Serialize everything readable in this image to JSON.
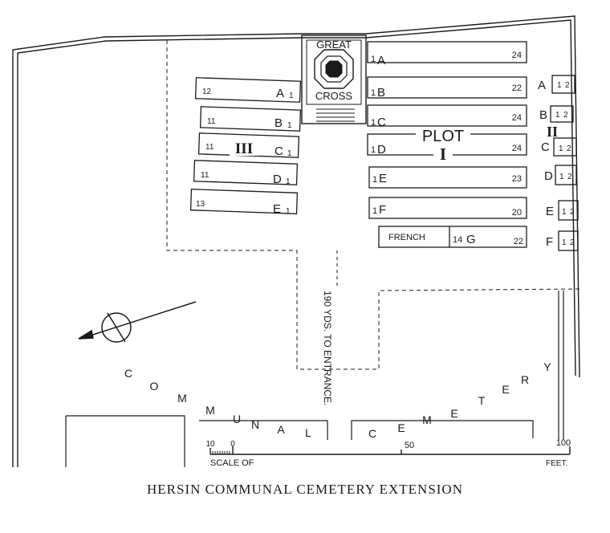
{
  "map": {
    "title": "HERSIN COMMUNAL CEMETERY EXTENSION",
    "great_cross": {
      "line1": "GREAT",
      "line2": "CROSS"
    },
    "entrance_note": "190 YDS. TO ENTRANCE.",
    "communal_label": "COMMUNAL",
    "cemetery_label": "CEMETERY",
    "plot_main": {
      "word": "PLOT",
      "numeral": "I"
    },
    "plot_ii": "II",
    "plot_iii": "III",
    "french": "FRENCH",
    "scale": {
      "left_ticks": [
        "10",
        "0"
      ],
      "mid_tick": "50",
      "end_tick": "100",
      "label": "SCALE OF",
      "unit": "FEET."
    }
  },
  "plot_i_rows": [
    {
      "row": "A",
      "first": "1",
      "last": "24"
    },
    {
      "row": "B",
      "first": "1",
      "last": "22"
    },
    {
      "row": "C",
      "first": "1",
      "last": "24"
    },
    {
      "row": "D",
      "first": "1",
      "last": "24"
    },
    {
      "row": "E",
      "first": "1",
      "last": "23"
    },
    {
      "row": "F",
      "first": "1",
      "last": "20"
    },
    {
      "row": "G",
      "first": "14",
      "last": "22"
    }
  ],
  "plot_iii_rows": [
    {
      "row": "A",
      "first": "1",
      "last": "12"
    },
    {
      "row": "B",
      "first": "1",
      "last": "11"
    },
    {
      "row": "C",
      "first": "1",
      "last": "11"
    },
    {
      "row": "D",
      "first": "1",
      "last": "11"
    },
    {
      "row": "E",
      "first": "1",
      "last": "13"
    }
  ],
  "plot_ii_rows": [
    {
      "row": "A",
      "n1": "1",
      "n2": "2"
    },
    {
      "row": "B",
      "n1": "1",
      "n2": "2"
    },
    {
      "row": "C",
      "n1": "1",
      "n2": "2"
    },
    {
      "row": "D",
      "n1": "1",
      "n2": "2"
    },
    {
      "row": "E",
      "n1": "1",
      "n2": "2"
    },
    {
      "row": "F",
      "n1": "1",
      "n2": "2"
    }
  ],
  "colors": {
    "ink": "#1a1a1a",
    "paper": "#ffffff"
  }
}
